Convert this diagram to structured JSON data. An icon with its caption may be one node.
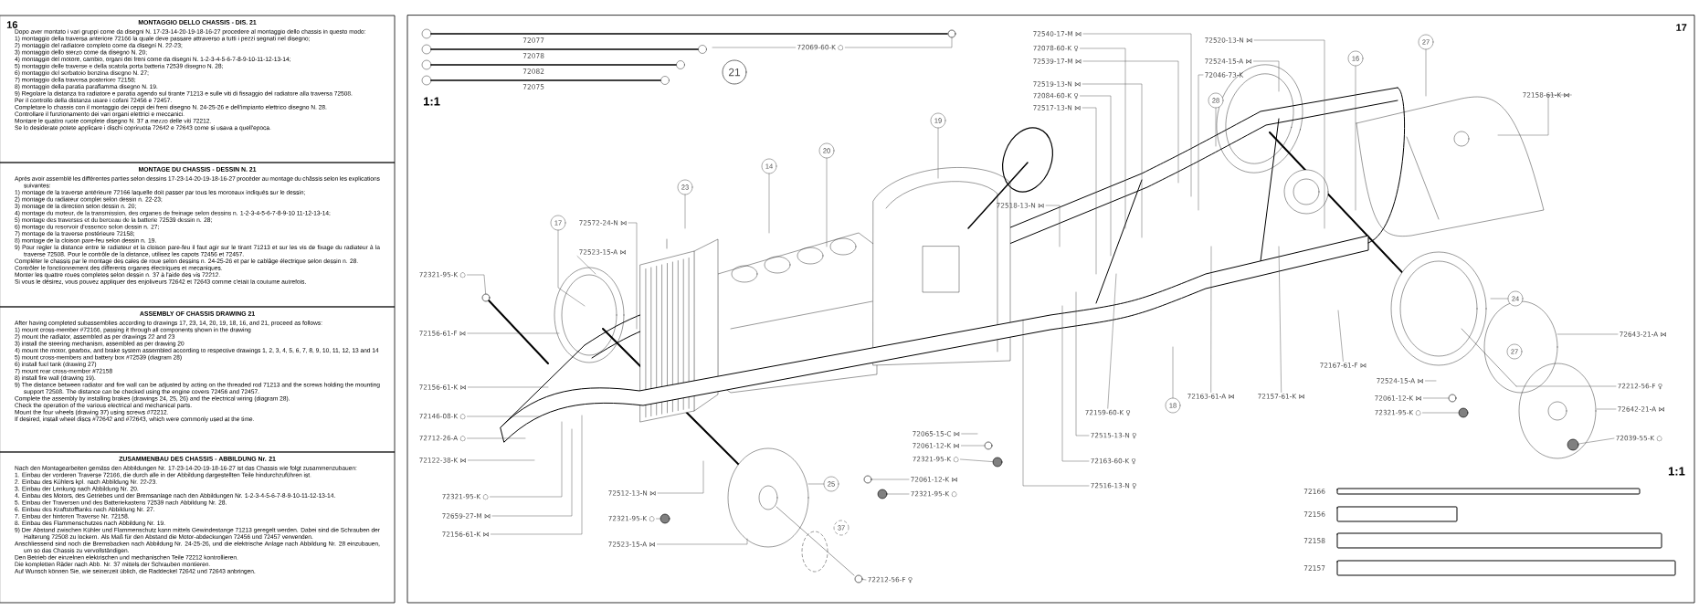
{
  "diagram": {
    "nodes": [
      {
        "text": [
          "MONTAGGIO DELLO CHASSIS - DIS. 21",
          "Dopo aver montato i vari gruppi come da disegni N. 17-23-14-20-19-18-16-27 procedere al montaggio dello chassis in questo modo:",
          "1) montaggio della traversa anteriore 72166 la quale deve passare attraverso a tutti i pezzi segnati nel disegno;",
          "2) montaggio del radiatore completo come da disegni N. 22-23;",
          "3) montaggio dello sterzo come da disegno N. 20;",
          "4) montaggio del motore, cambio, organi dei freni come da disegni N. 1-2-3-4-5-6-7-8-9-10-11-12-13-14;",
          "5) montaggio delle traverse e della scatola porta batteria 72539 disegno N. 28;",
          "6) montaggio del serbatoio benzina disegno N. 27;",
          "7) montaggio della traversa posteriore 72158;",
          "8) montaggio della paratia paraflamma disegno N. 19.",
          "9) Regolare la distanza tra radiatore e paratia agendo sul tirante 71213 e sulle viti di fissaggio del radiatore alla traversa 72508.",
          "Per il controllo della distanza usare i cofani 72456 e 72457.",
          "Completare lo chassis con il montaggio dei ceppi dei freni disegno N. 24-25-26 e dell'impianto elettrico disegno N. 28.",
          "Controllare il funzionamento dei vari organi elettrici e meccanici.",
          "Montare le quattro ruote complete disegno N. 37 a mezzo delle viti 72212.",
          "Se lo desiderate potete applicare i dischi copriruota 72642 e 72643 come si usava a quell'epoca."
        ]
      },
      {
        "text": [
          "MONTAGE DU CHASSIS - DESSIN N. 21",
          "Après avoir assemblé les différentes parties selon dessins 17-23-14-20-19-18-16-27 procéder au montage du châssis selon les explications suivantes:",
          "1) montage de la traverse antérieure 72166 laquelle doit passer par tous les morceaux indiqués sur le dessin;",
          "2) montage du radiateur complet selon dessin n. 22-23;",
          "3) montage de la direction selon dessin n. 20;",
          "4) montage du moteur, de la transmission, des organes de freinage selon dessins n. 1-2-3-4-5-6-7-8-9-10 11-12-13-14;",
          "5) montage des traverses et du berceau de la batterie 72539 dessin n. 28;",
          "6) montage du reservoir d'essence selon dessin n. 27;",
          "7) montage de la traverse postérieure 72158;",
          "8) montage de la cloison pare-feu selon dessin n. 19.",
          "9) Pour regler la distance entre le radiateur et la cloison pare-feu il faut agir sur le tirant 71213 et sur les vis de fixage du radiateur à la traverse 72508. Pour le contrôle de la distance, utilisez les capots 72456 et 72457.",
          "Compléter le chassis par le montage des cales de roue selon dessins n. 24-25-26 et par le cablâge électrique selon dessin n. 28.",
          "Contrôler le fonctionnement des differents organes électriques et mecaniques.",
          "Monter les quattre roues completes selon dessin n. 37 à l'aide des vis 72212.",
          "Si vous le désirez, vous pouvez appliquer des enjoliveurs 72642 et 72643 comme c'etait la coutume autrefois."
        ]
      },
      {
        "text": [
          "ASSEMBLY OF CHASSIS DRAWING 21",
          "After having completed subassemblies according to drawings 17, 23, 14, 20, 19, 18, 16, and 21, proceed as follows:",
          "1) mount cross-member #72166, passing it through all components shown in the drawing",
          "2) mount the radiator, assembled as per drawings 22 and 23",
          "3) install the steering mechanism, assembled as per drawing 20",
          "4) mount the motor, gearbox, and brake system assembled according to respective drawings 1, 2, 3, 4, 5, 6, 7, 8, 9, 10, 11, 12, 13 and 14",
          "5) mount cross-members and battery box #72539 (diagram 28)",
          "6) install fuel tank (drawing 27)",
          "7) mount rear cross-member #72158",
          "8) install fire wall (drawing 19).",
          "9) The distance between radiator and fire wall can be adjusted by acting on the threaded rod 71213 and the screws holding the mounting support 72508. The distance can be checked using the engine covers 72456 and 72457.",
          "Complete the assembly by installing brakes (drawings 24, 25, 26) and the electrical wiring (diagram 28).",
          "Check the operation of the various electrical and mechanical parts.",
          "Mount the four wheels (drawing 37) using screws #72212.",
          "If desired, install wheel discs #72642 and #72643, which were commonly used at the time."
        ]
      },
      {
        "text": [
          "ZUSAMMENBAU DES CHASSIS - ABBILDUNG Nr. 21",
          "Nach den Montagearbeiten gemäss den Abbildungen Nr. 17-23-14-20-19-18-16-27 ist das Chassis wie folgt zusammenzubauen:",
          "1. Einbau der vorderen Traverse 72166, die durch alle in der Abbildung dargestellten Teile hindurchzuführen ist.",
          "2. Einbau des Kühlers kpl. nach Abbildung Nr. 22-23.",
          "3. Einbau der Lenkung nach Abbildung Nr. 20.",
          "4. Einbau des Motors, des Getriebes und der Bremsanlage nach den Abbildungen Nr. 1-2-3-4-5-6-7-8-9-10-11-12-13-14.",
          "5. Einbau der Traversen und des Batteriekastens 72539 nach Abbildung Nr. 28.",
          "6. Einbau des Kraftstofftanks nach Abbildung Nr. 27.",
          "7. Einbau der hinteren Traverse Nr. 72158.",
          "8. Einbau des Flammenschutzes nach Abbildung Nr. 19.",
          "9) Der Abstand zwischen Kühler und Flammenschutz kann mittels Gewindestange 71213 geregelt werden. Dabei sind die Schrauben der Halterung 72508 zu lockern. Als Maß für den Abstand die Motor-abdeckungen 72456 und 72457 verwenden.",
          "Anschliessend sind noch die Bremsbacken nach Abbildung Nr. 24-25-26, und die elektrische Anlage nach Abbildung Nr. 28 einzubauen, um so das Chassis zu vervollständigen.",
          "Den Betrieb der einzelnen elektrischen und mechanischen Teile 72212 kontrollieren.",
          "Die kompletten Räder nach Abb. Nr. 37 mittels der Schrauben montieren.",
          "Auf Wunsch können Sie, wie seinerzeit üblich, die Raddeckel 72642 und 72643 anbringen."
        ]
      },
      {
        "text": [
          "72321-95-K ○"
        ]
      },
      {
        "text": [
          "72156-61-F ⋈"
        ]
      },
      {
        "text": [
          "72156-61-K ⋈"
        ]
      },
      {
        "text": [
          "72146-08-K ○"
        ]
      },
      {
        "text": [
          "72712-26-A ○"
        ]
      },
      {
        "text": [
          "72122-38-K ⋈"
        ]
      },
      {
        "text": [
          "72321-95-K ○"
        ]
      },
      {
        "text": [
          "72659-27-M ⋈"
        ]
      },
      {
        "text": [
          "72156-61-K ⋈"
        ]
      },
      {
        "text": [
          "72069-60-K ○"
        ]
      },
      {
        "text": [
          "21"
        ]
      },
      {
        "text": [
          "72540-17-M ⋈"
        ]
      },
      {
        "text": [
          "72078-60-K ♀"
        ]
      },
      {
        "text": [
          "72539-17-M ⋈"
        ]
      },
      {
        "text": [
          "72519-13-N ⋈"
        ]
      },
      {
        "text": [
          "72084-60-K ♀"
        ]
      },
      {
        "text": [
          "72517-13-N ⋈"
        ]
      },
      {
        "text": [
          "19"
        ]
      },
      {
        "text": [
          "20"
        ]
      },
      {
        "text": [
          "14"
        ]
      },
      {
        "text": [
          "23"
        ]
      },
      {
        "text": [
          "17"
        ]
      },
      {
        "text": [
          "72572-24-N ⋈"
        ]
      },
      {
        "text": [
          "72523-15-A ⋈"
        ]
      },
      {
        "text": [
          "72518-13-N ⋈"
        ]
      },
      {
        "text": [
          "72065-15-C ⋈"
        ]
      },
      {
        "text": [
          "72061-12-K ⋈"
        ]
      },
      {
        "text": [
          "72321-95-K ○"
        ]
      },
      {
        "text": [
          "72061-12-K ⋈"
        ]
      },
      {
        "text": [
          "72321-95-K ○"
        ]
      },
      {
        "text": [
          "25"
        ]
      },
      {
        "text": [
          "72512-13-N ⋈"
        ]
      },
      {
        "text": [
          "72321-95-K ○"
        ]
      },
      {
        "text": [
          "72523-15-A ⋈"
        ]
      },
      {
        "text": [
          "37"
        ]
      },
      {
        "text": [
          "72212-56-F ♀"
        ]
      },
      {
        "text": [
          "72520-13-N ⋈"
        ]
      },
      {
        "text": [
          "72524-15-A ⋈"
        ]
      },
      {
        "text": [
          "72046-73-K"
        ]
      },
      {
        "text": [
          "28"
        ]
      },
      {
        "text": [
          "16"
        ]
      },
      {
        "text": [
          "27"
        ]
      },
      {
        "text": [
          "72158-61-K ⋈"
        ]
      },
      {
        "text": [
          "24"
        ]
      },
      {
        "text": [
          "72643-21-A ⋈"
        ]
      },
      {
        "text": [
          "27"
        ]
      },
      {
        "text": [
          "72167-61-F ⋈"
        ]
      },
      {
        "text": [
          "72524-15-A ⋈"
        ]
      },
      {
        "text": [
          "72061-12-K ⋈"
        ]
      },
      {
        "text": [
          "72321-95-K ○"
        ]
      },
      {
        "text": [
          "72212-56-F ♀"
        ]
      },
      {
        "text": [
          "72642-21-A ⋈"
        ]
      },
      {
        "text": [
          "72039-55-K ○"
        ]
      },
      {
        "text": [
          "18"
        ]
      },
      {
        "text": [
          "72163-61-A ⋈"
        ]
      },
      {
        "text": [
          "72157-61-K ⋈"
        ]
      },
      {
        "text": [
          "72159-60-K ♀"
        ]
      },
      {
        "text": [
          "72515-13-N ♀"
        ]
      },
      {
        "text": [
          "72163-60-K ♀"
        ]
      },
      {
        "text": [
          "72516-13-N ♀"
        ]
      },
      {
        "text": [],
        "shape": "circle"
      },
      {
        "text": [],
        "shape": "circle"
      },
      {
        "text": [],
        "shape": "circle"
      },
      {
        "text": [],
        "shape": "circle"
      },
      {
        "text": [],
        "shape": "circle"
      },
      {
        "text": [],
        "shape": "circle"
      },
      {
        "text": [],
        "shape": "circle"
      },
      {
        "text": [],
        "shape": "circle"
      },
      {
        "text": [],
        "shape": "circle"
      },
      {
        "text": [],
        "shape": "circle"
      },
      {
        "text": [],
        "shape": "circle"
      }
    ],
    "edges": [
      {
        "from": 4,
        "to": 73,
        "arrow": "none"
      },
      {
        "from": 5,
        "to": null,
        "arrow": "none"
      },
      {
        "from": 6,
        "to": null,
        "arrow": "none"
      },
      {
        "from": 7,
        "to": null,
        "arrow": "none"
      },
      {
        "from": 8,
        "to": null,
        "arrow": "none"
      },
      {
        "from": 9,
        "to": null,
        "arrow": "none"
      },
      {
        "from": 10,
        "to": null,
        "arrow": "none"
      },
      {
        "from": 11,
        "to": null,
        "arrow": "none"
      },
      {
        "from": 12,
        "to": null,
        "arrow": "none"
      },
      {
        "from": 13,
        "to": 74,
        "arrow": "none"
      },
      {
        "from": 13,
        "to": null,
        "arrow": "none"
      },
      {
        "from": 15,
        "to": null,
        "arrow": "none"
      },
      {
        "from": 16,
        "to": null,
        "arrow": "none"
      },
      {
        "from": 17,
        "to": null,
        "arrow": "none"
      },
      {
        "from": 18,
        "to": null,
        "arrow": "none"
      },
      {
        "from": 19,
        "to": null,
        "arrow": "none"
      },
      {
        "from": 20,
        "to": null,
        "arrow": "none"
      },
      {
        "from": 21,
        "to": null,
        "arrow": "none"
      },
      {
        "from": 22,
        "to": null,
        "arrow": "none"
      },
      {
        "from": 23,
        "to": null,
        "arrow": "none"
      },
      {
        "from": 24,
        "to": null,
        "arrow": "none"
      },
      {
        "from": 25,
        "to": null,
        "arrow": "none"
      },
      {
        "from": 26,
        "to": null,
        "arrow": "none"
      },
      {
        "from": 27,
        "to": null,
        "arrow": "none"
      },
      {
        "from": 28,
        "to": null,
        "arrow": "none"
      },
      {
        "from": 29,
        "to": null,
        "arrow": "none"
      },
      {
        "from": 30,
        "to": 64,
        "arrow": "none"
      },
      {
        "from": 31,
        "to": 65,
        "arrow": "none"
      },
      {
        "from": 32,
        "to": 66,
        "arrow": "none"
      },
      {
        "from": 33,
        "to": 67,
        "arrow": "none"
      },
      {
        "from": 34,
        "to": null,
        "arrow": "none"
      },
      {
        "from": 35,
        "to": null,
        "arrow": "none"
      },
      {
        "from": 36,
        "to": 68,
        "arrow": "none"
      },
      {
        "from": 37,
        "to": null,
        "arrow": "none"
      },
      {
        "from": 39,
        "to": 69,
        "arrow": "none"
      },
      {
        "from": 40,
        "to": null,
        "arrow": "none"
      },
      {
        "from": 41,
        "to": null,
        "arrow": "none"
      },
      {
        "from": 42,
        "to": null,
        "arrow": "none"
      },
      {
        "from": 43,
        "to": null,
        "arrow": "none"
      },
      {
        "from": 44,
        "to": null,
        "arrow": "none"
      },
      {
        "from": 45,
        "to": null,
        "arrow": "none"
      },
      {
        "from": 46,
        "to": null,
        "arrow": "none"
      },
      {
        "from": 47,
        "to": null,
        "arrow": "none"
      },
      {
        "from": 48,
        "to": null,
        "arrow": "none"
      },
      {
        "from": 50,
        "to": null,
        "arrow": "none"
      },
      {
        "from": 51,
        "to": null,
        "arrow": "none"
      },
      {
        "from": 52,
        "to": 70,
        "arrow": "none"
      },
      {
        "from": 53,
        "to": 71,
        "arrow": "none"
      },
      {
        "from": 54,
        "to": null,
        "arrow": "none"
      },
      {
        "from": 55,
        "to": null,
        "arrow": "none"
      },
      {
        "from": 56,
        "to": 72,
        "arrow": "none"
      },
      {
        "from": 57,
        "to": null,
        "arrow": "none"
      },
      {
        "from": 58,
        "to": null,
        "arrow": "none"
      },
      {
        "from": 59,
        "to": null,
        "arrow": "none"
      },
      {
        "from": 60,
        "to": null,
        "arrow": "none"
      },
      {
        "from": 61,
        "to": null,
        "arrow": "none"
      },
      {
        "from": 62,
        "to": null,
        "arrow": "none"
      },
      {
        "from": 63,
        "to": null,
        "arrow": "none"
      }
    ],
    "labels": [
      "16",
      "1:1",
      "72077",
      "72078",
      "72082",
      "72075",
      "17",
      "1:1",
      "72166",
      "72156",
      "72158",
      "72157"
    ]
  }
}
